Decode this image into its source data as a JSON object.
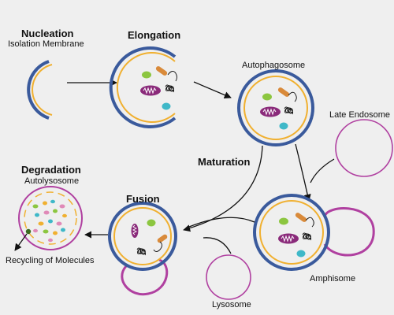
{
  "stages": {
    "nucleation": "Nucleation",
    "elongation": "Elongation",
    "maturation": "Maturation",
    "fusion": "Fusion",
    "degradation": "Degradation"
  },
  "labels": {
    "isolation_membrane": "Isolation Membrane",
    "autophagosome": "Autophagosome",
    "late_endosome": "Late Endosome",
    "amphisome": "Amphisome",
    "lysosome": "Lysosome",
    "autolysosome": "Autolysosome",
    "recycling": "Recycling of Molecules"
  },
  "colors": {
    "background": "#efefef",
    "outer_membrane": "#3a5a9c",
    "inner_membrane": "#f0b030",
    "endosome_lysosome": "#b040a0",
    "mitochondrion": "#8a2a7a",
    "vesicle_green": "#8cc640",
    "vesicle_cyan": "#3fb8c8",
    "rod_orange": "#d98a3a",
    "arrow": "#111111"
  }
}
